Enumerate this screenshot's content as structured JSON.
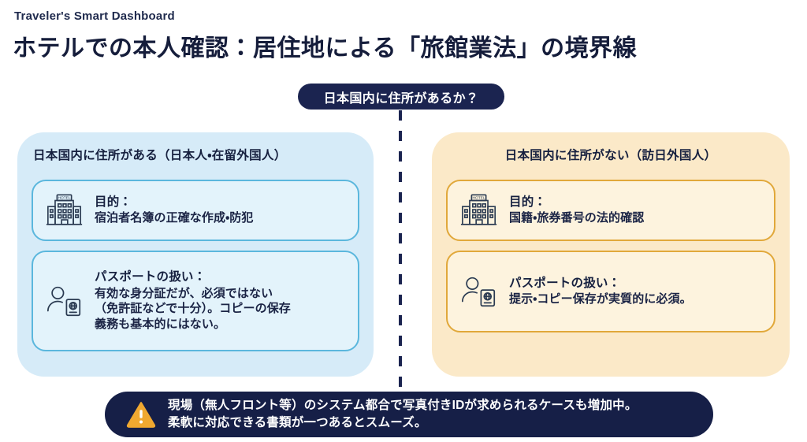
{
  "header": {
    "eyebrow": "Traveler's Smart Dashboard",
    "title": "ホテルでの本人確認：居住地による「旅館業法」の境界線"
  },
  "decision": {
    "question": "日本国内に住所があるか？"
  },
  "branches": [
    {
      "id": "resident",
      "title": "日本国内に住所がある（日本人・在留外国人）",
      "accent": "#5bb7dd",
      "panel_color": "#d6ebf8",
      "card_color": "#e3f3fb",
      "cards": [
        {
          "icon": "hotel-icon",
          "label": "目的：",
          "lines": [
            "宿泊者名簿の正確な作成・防犯"
          ]
        },
        {
          "icon": "passport-person-icon",
          "label": "パスポートの扱い：",
          "lines": [
            "有効な身分証だが、必須ではない",
            "（免許証などで十分）。コピーの保存",
            "義務も基本的にはない。"
          ]
        }
      ]
    },
    {
      "id": "non-resident",
      "title": "日本国内に住所がない（訪日外国人）",
      "accent": "#e1a83a",
      "panel_color": "#fbe9c8",
      "card_color": "#fdf3de",
      "cards": [
        {
          "icon": "hotel-icon",
          "label": "目的：",
          "lines": [
            "国籍・旅券番号の法的確認"
          ]
        },
        {
          "icon": "passport-person-icon",
          "label": "パスポートの扱い：",
          "lines": [
            "提示・コピー保存が実質的に必須。"
          ]
        }
      ]
    }
  ],
  "notice": {
    "icon": "warning-triangle-icon",
    "icon_color": "#f0a830",
    "background": "#161f47",
    "lines": [
      "現場（無人フロント等）のシステム都合で写真付きIDが求められるケースも増加中。",
      "柔軟に対応できる書類が一つあるとスムーズ。"
    ]
  }
}
